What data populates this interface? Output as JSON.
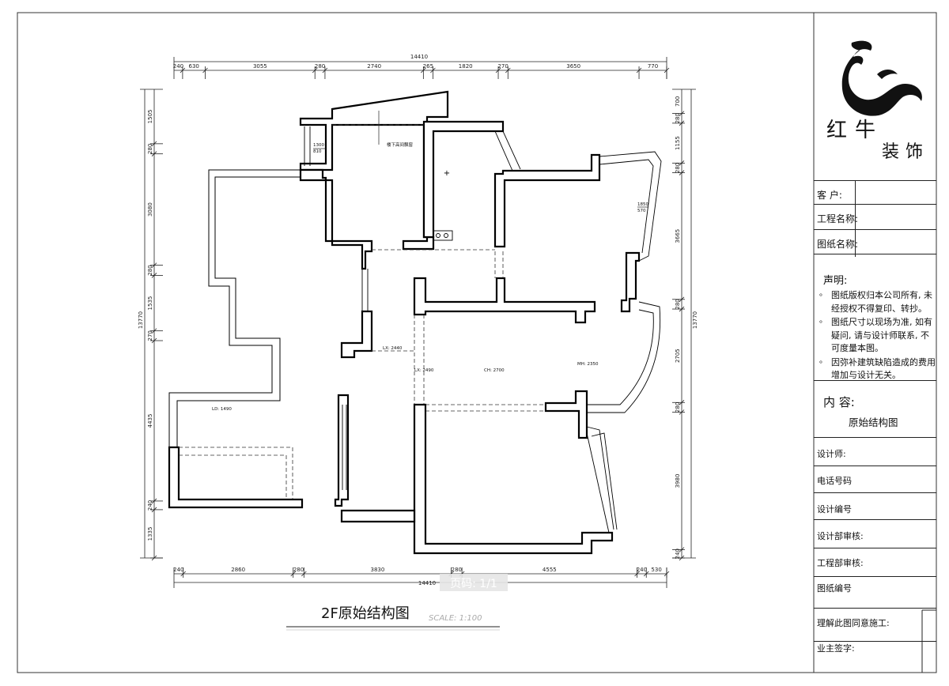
{
  "brand": {
    "line1": "红牛",
    "line2": "装饰",
    "logo_icon": "bull-horn-logo-icon"
  },
  "info_fields": [
    {
      "label": "客  户:",
      "value": ""
    },
    {
      "label": "工程名称:",
      "value": ""
    },
    {
      "label": "图纸名称:",
      "value": ""
    }
  ],
  "declaration": {
    "title": "声明:",
    "items": [
      "图纸版权归本公司所有, 未经授权不得复印、转抄。",
      "图纸尺寸以现场为准, 如有疑问, 请与设计师联系, 不可度量本图。",
      "因弥补建筑缺陷造成的费用增加与设计无关。"
    ]
  },
  "content": {
    "title": "内 容:",
    "value": "原始结构图"
  },
  "sign_fields": [
    {
      "label": "设计师:"
    },
    {
      "label": "电话号码"
    },
    {
      "label": "设计编号"
    },
    {
      "label": "设计部审核:"
    },
    {
      "label": "工程部审核:"
    },
    {
      "label": "图纸编号"
    },
    {
      "label": "理解此图同意施工:"
    },
    {
      "label": "业主签字:"
    }
  ],
  "plan": {
    "title": "2F原始结构图",
    "scale": "SCALE: 1:100",
    "page_watermark": "页码: 1/1",
    "top_dims": {
      "total": "14410",
      "segments": [
        "240",
        "630",
        "3055",
        "280",
        "2740",
        "265",
        "1820",
        "270",
        "3650",
        "770"
      ]
    },
    "bottom_dims": {
      "total": "14410",
      "segments": [
        "240",
        "2860",
        "280",
        "3830",
        "280",
        "4555",
        "240",
        "530"
      ]
    },
    "left_dims": {
      "total": "13770",
      "segments": [
        "1505",
        "280",
        "3080",
        "280",
        "1535",
        "270",
        "4435",
        "240",
        "1335"
      ]
    },
    "right_dims": {
      "total": "13770",
      "segments": [
        "700",
        "280",
        "1155",
        "280",
        "3665",
        "280",
        "2705",
        "280",
        "3980",
        "240"
      ]
    },
    "labels": [
      "楼下高间飘窗",
      "1300",
      "810",
      "1850",
      "570",
      "LX: 2440",
      "LX: 2490",
      "CH: 2700",
      "MH: 2350",
      "LD: 1490"
    ]
  }
}
